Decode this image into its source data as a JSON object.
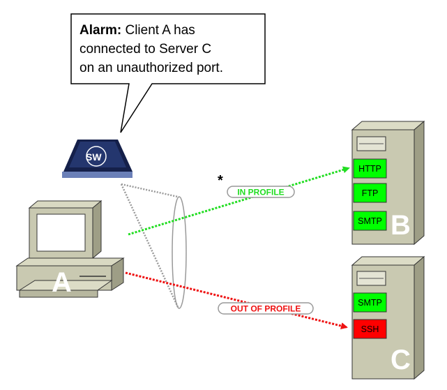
{
  "callout": {
    "bold": "Alarm:",
    "line1_rest": " Client A has",
    "line2": "connected to Server C",
    "line3": "on an unauthorized port."
  },
  "sensor": {
    "logo_text": "SW"
  },
  "client": {
    "label": "A"
  },
  "server_b": {
    "label": "B",
    "ports": [
      "HTTP",
      "FTP",
      "SMTP"
    ]
  },
  "server_c": {
    "label": "C",
    "ports": [
      "SMTP",
      "SSH"
    ]
  },
  "flows": {
    "in_profile": {
      "label": "IN PROFILE",
      "marker": "*",
      "color": "#22dd22"
    },
    "out_of_profile": {
      "label": "OUT OF PROFILE",
      "color": "#ee1111"
    }
  },
  "colors": {
    "port_ok": "#00ff00",
    "port_alert": "#ff0000",
    "server_body": "#c9c9b1"
  }
}
